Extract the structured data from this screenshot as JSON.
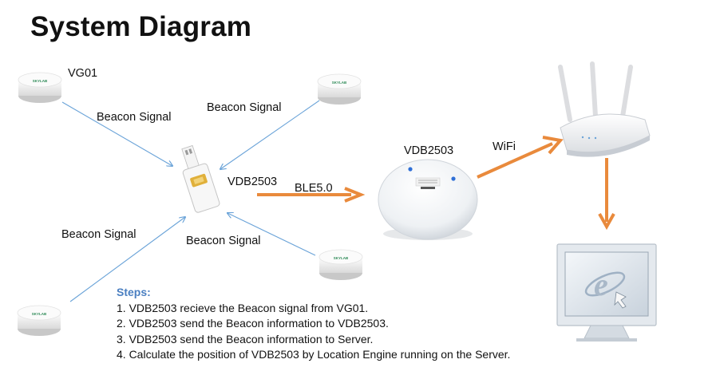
{
  "title": "System Diagram",
  "labels": {
    "vg01": "VG01",
    "beacon_signal_1": "Beacon Signal",
    "beacon_signal_2": "Beacon Signal",
    "beacon_signal_3": "Beacon Signal",
    "beacon_signal_4": "Beacon Signal",
    "vdb2503_usb": "VDB2503",
    "vdb2503_hub": "VDB2503",
    "ble": "BLE5.0",
    "wifi": "WiFi"
  },
  "beacon_brand": "SKYLAB",
  "steps": {
    "heading": "Steps:",
    "items": [
      "1. VDB2503 recieve the Beacon signal from VG01.",
      "2. VDB2503 send the Beacon information to VDB2503.",
      "3. VDB2503 send the Beacon information to Server.",
      "4. Calculate the position of VDB2503 by Location Engine running on the Server."
    ]
  },
  "colors": {
    "signal_arrow": "#6aa3d8",
    "flow_arrow": "#e98a3c",
    "steps_heading": "#4a7fc1",
    "brand": "#2e8b57"
  },
  "icons": [
    "beacon-icon",
    "usb-dongle-icon",
    "gateway-hub-icon",
    "router-icon",
    "server-monitor-icon",
    "ie-logo-icon"
  ]
}
